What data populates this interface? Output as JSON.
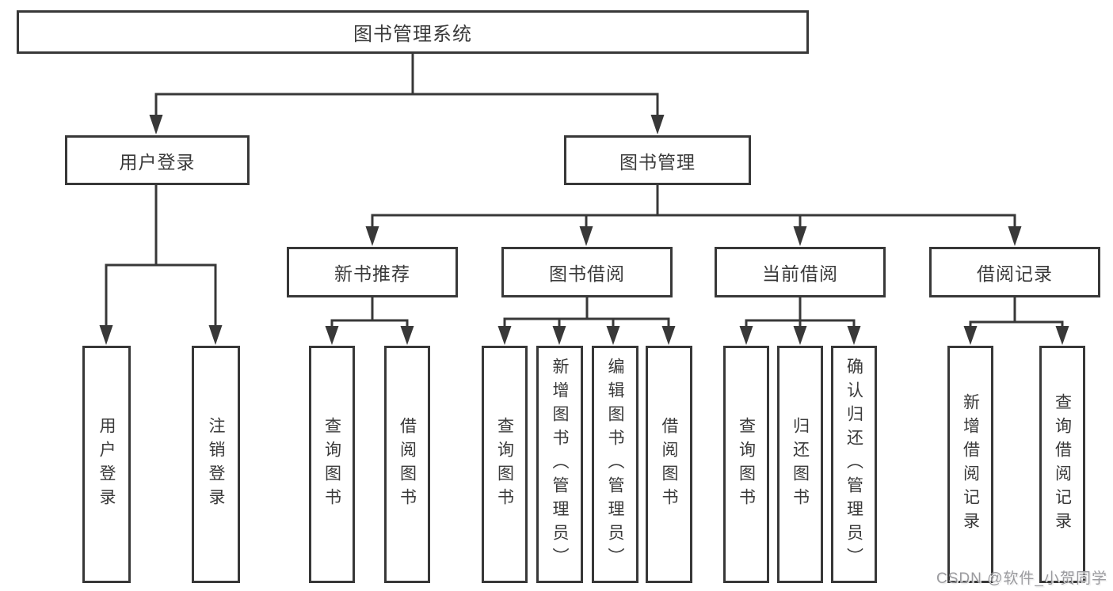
{
  "tree": {
    "label": "图书管理系统",
    "children": [
      {
        "label": "用户登录",
        "children": [
          {
            "label": "用户登录"
          },
          {
            "label": "注销登录"
          }
        ]
      },
      {
        "label": "图书管理",
        "children": [
          {
            "label": "新书推荐",
            "children": [
              {
                "label": "查询图书"
              },
              {
                "label": "借阅图书"
              }
            ]
          },
          {
            "label": "图书借阅",
            "children": [
              {
                "label": "查询图书"
              },
              {
                "label": "新增图书（管理员）"
              },
              {
                "label": "编辑图书（管理员）"
              },
              {
                "label": "借阅图书"
              }
            ]
          },
          {
            "label": "当前借阅",
            "children": [
              {
                "label": "查询图书"
              },
              {
                "label": "归还图书"
              },
              {
                "label": "确认归还（管理员）"
              }
            ]
          },
          {
            "label": "借阅记录",
            "children": [
              {
                "label": "新增借阅记录"
              },
              {
                "label": "查询借阅记录"
              }
            ]
          }
        ]
      }
    ]
  },
  "watermark": {
    "text": "CSDN @软件_小贺同学"
  },
  "colors": {
    "line": "#383838",
    "box_border": "#383838",
    "text": "#3a3a3a",
    "watermark": "#9b9b9f",
    "background": "#ffffff"
  }
}
